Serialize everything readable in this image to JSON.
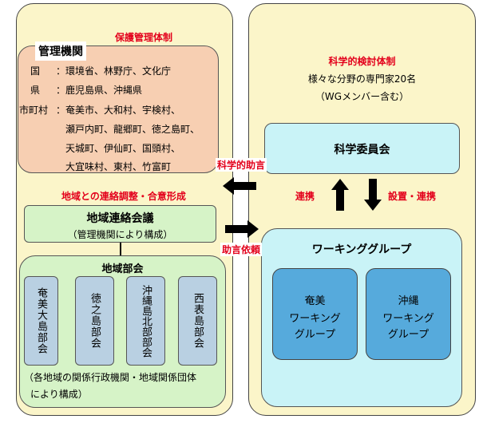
{
  "left_panel": {
    "title": "保護管理体制",
    "agencies": {
      "heading": "管理機関",
      "rows": [
        {
          "label": "国",
          "sep": "：",
          "value": "環境省、林野庁、文化庁"
        },
        {
          "label": "県",
          "sep": "：",
          "value": "鹿児島県、沖縄県"
        },
        {
          "label": "市町村",
          "sep": "：",
          "value": "奄美市、大和村、宇検村、"
        }
      ],
      "continuation": [
        "瀬戸内町、龍郷町、徳之島町、",
        "天城町、伊仙町、国頭村、",
        "大宜味村、東村、竹富町"
      ]
    },
    "coordination_label": "地域との連絡調整・合意形成",
    "council": {
      "title": "地域連絡会議",
      "subtitle": "（管理機関により構成）"
    },
    "subcommittees": {
      "title": "地域部会",
      "items": [
        "奄美大島部会",
        "徳之島部会",
        "沖縄島北部部会",
        "西表島部会"
      ],
      "note_line1": "（各地域の関係行政機関・地域関係団体",
      "note_line2": "により構成）"
    }
  },
  "right_panel": {
    "title": "科学的検討体制",
    "subtitle_line1": "様々な分野の専門家20名",
    "subtitle_line2": "（WGメンバー含む）",
    "committee": {
      "title": "科学委員会"
    },
    "working_groups": {
      "title": "ワーキンググループ",
      "items": [
        {
          "line1": "奄美",
          "line2": "ワーキング",
          "line3": "グループ"
        },
        {
          "line1": "沖縄",
          "line2": "ワーキング",
          "line3": "グループ"
        }
      ]
    }
  },
  "arrows": {
    "scientific_advice": "科学的助言",
    "advice_request": "助言依頼",
    "cooperation": "連携",
    "establish_cooperation": "設置・連携"
  }
}
